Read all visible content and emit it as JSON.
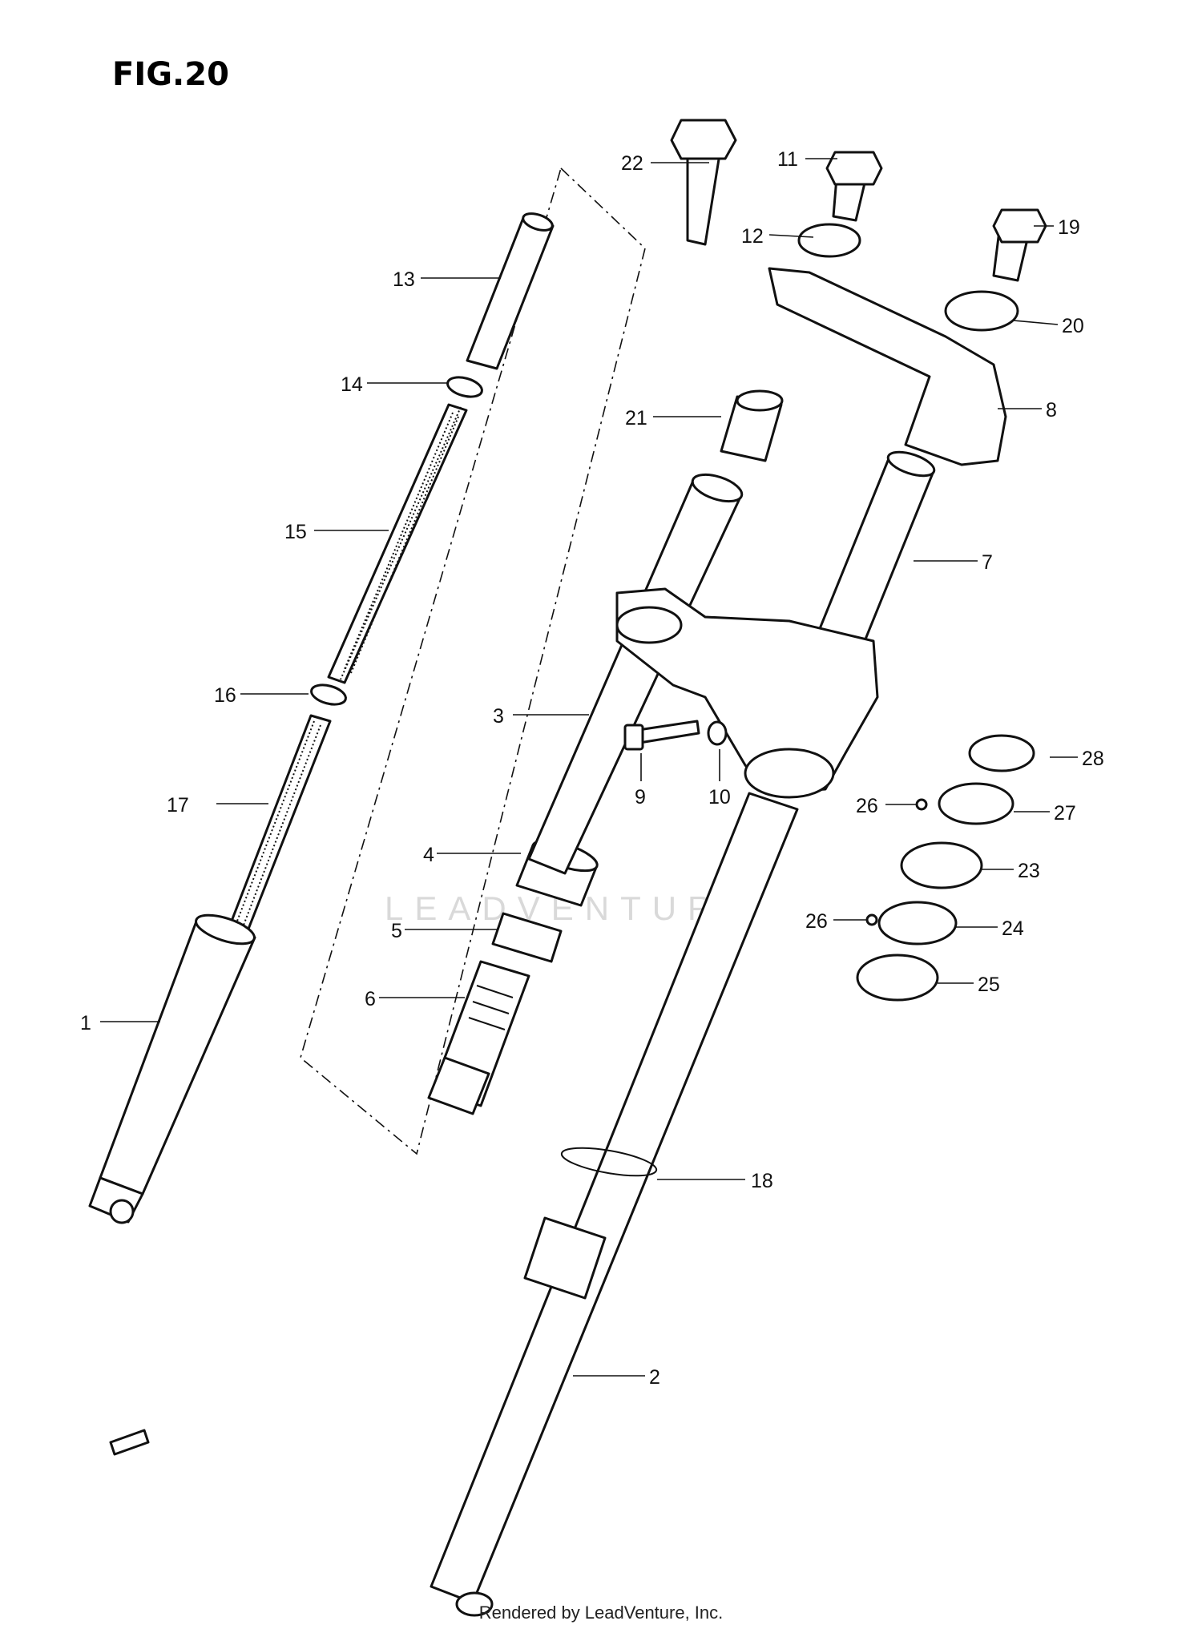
{
  "figure": {
    "title": "FIG.20"
  },
  "watermark": {
    "text": "LEADVENTURE"
  },
  "footer": {
    "text": "Rendered by LeadVenture, Inc."
  },
  "callouts": [
    "1",
    "2",
    "3",
    "4",
    "5",
    "6",
    "7",
    "8",
    "9",
    "10",
    "11",
    "12",
    "13",
    "14",
    "15",
    "16",
    "17",
    "18",
    "19",
    "20",
    "21",
    "22",
    "23",
    "24",
    "25",
    "26",
    "26",
    "27",
    "28"
  ]
}
